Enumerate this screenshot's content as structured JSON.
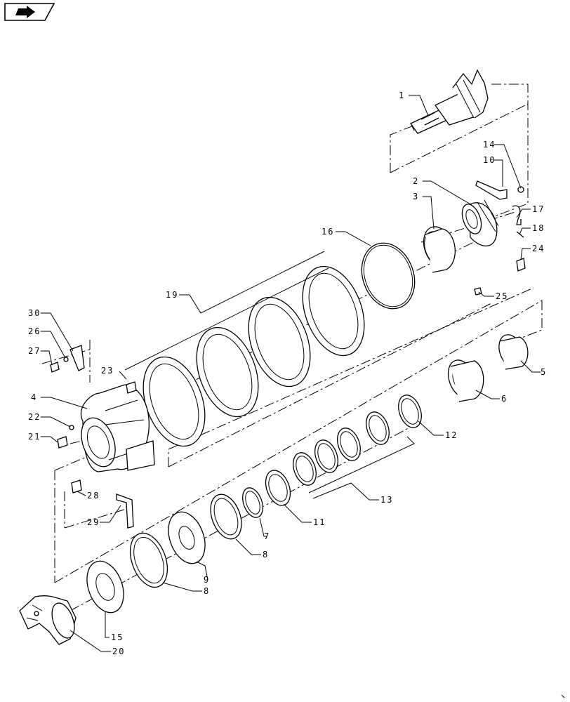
{
  "toolbar": {
    "nav_icon": "arrow-right-icon"
  },
  "callouts": {
    "c1": "1",
    "c2": "2",
    "c3": "3",
    "c4": "4",
    "c5": "5",
    "c6": "6",
    "c7": "7",
    "c8a": "8",
    "c8b": "8",
    "c9": "9",
    "c10": "10",
    "c11": "11",
    "c12": "12",
    "c13": "13",
    "c14": "14",
    "c15": "15",
    "c16": "16",
    "c17": "17",
    "c18": "18",
    "c19": "19",
    "c20": "20",
    "c21": "21",
    "c22": "22",
    "c23": "23",
    "c24": "24",
    "c25": "25",
    "c26": "26",
    "c27": "27",
    "c28": "28",
    "c29": "29",
    "c30": "30"
  }
}
